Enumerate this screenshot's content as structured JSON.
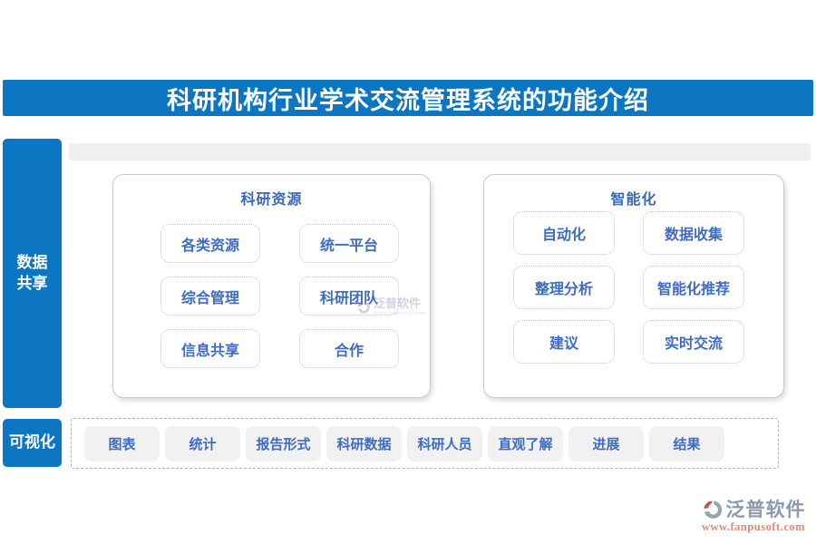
{
  "header": {
    "title": "科研机构行业学术交流管理系统的功能介绍"
  },
  "sidebar": {
    "items": [
      {
        "label": "数据共享",
        "line1": "数据",
        "line2": "共享"
      },
      {
        "label": "可视化"
      }
    ]
  },
  "cards": [
    {
      "title": "科研资源",
      "columns": [
        [
          "各类资源",
          "综合管理",
          "信息共享"
        ],
        [
          "统一平台",
          "科研团队",
          "合作"
        ]
      ]
    },
    {
      "title": "智能化",
      "columns": [
        [
          "自动化",
          "整理分析",
          "建议"
        ],
        [
          "数据收集",
          "智能化推荐",
          "实时交流"
        ]
      ]
    }
  ],
  "bottom_row": {
    "buttons": [
      "图表",
      "统计",
      "报告形式",
      "科研数据",
      "科研人员",
      "直观了解",
      "进展",
      "结果"
    ]
  },
  "watermark": {
    "text": "泛普软件",
    "subtext": "www.fanpusoft.com"
  },
  "logo": {
    "name": "泛普软件",
    "url": "www.fanpusoft.com"
  },
  "colors": {
    "primary_blue": "#0d76c2",
    "text_blue": "#3e6cc0",
    "card_border": "#c9c9c9",
    "panel_gray": "#efefef",
    "chip_gray": "#f1f1f2",
    "logo_gray": "#8e99ac",
    "logo_red": "#df8a73"
  }
}
